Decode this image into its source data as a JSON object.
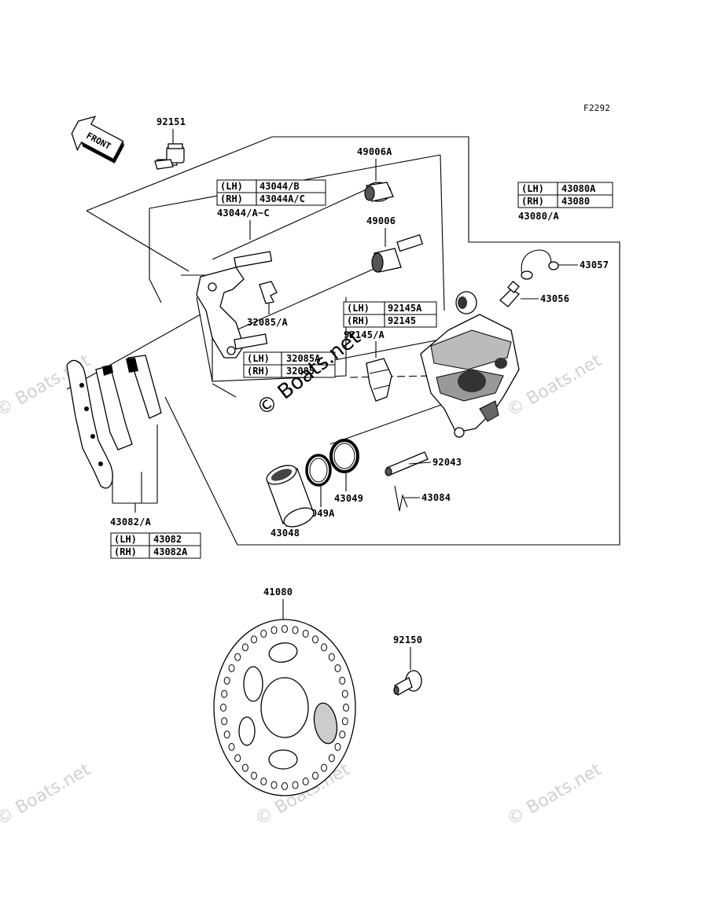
{
  "figure_code": "F2292",
  "front_arrow_text": "FRONT",
  "labels": {
    "p92151": "92151",
    "p49006A": "49006A",
    "p49006": "49006",
    "p43044": "43044/A~C",
    "p32085": "32085/A",
    "p92145": "92145/A",
    "p43080": "43080/A",
    "p43057": "43057",
    "p43056": "43056",
    "p92043": "92043",
    "p43084": "43084",
    "p43049": "43049",
    "p43049A": "43049A",
    "p43048": "43048",
    "p43082": "43082/A",
    "p41080": "41080",
    "p92150": "92150"
  },
  "tables": {
    "t43044": [
      [
        "(LH)",
        "43044/B"
      ],
      [
        "(RH)",
        "43044A/C"
      ]
    ],
    "t43080": [
      [
        "(LH)",
        "43080A"
      ],
      [
        "(RH)",
        "43080"
      ]
    ],
    "t92145": [
      [
        "(LH)",
        "92145A"
      ],
      [
        "(RH)",
        "92145"
      ]
    ],
    "t32085": [
      [
        "(LH)",
        "32085A"
      ],
      [
        "(RH)",
        "32085"
      ]
    ],
    "t43082": [
      [
        "(LH)",
        "43082"
      ],
      [
        "(RH)",
        "43082A"
      ]
    ]
  },
  "watermarks": {
    "center": "© Boats.net",
    "faint": "© Boats.net"
  }
}
